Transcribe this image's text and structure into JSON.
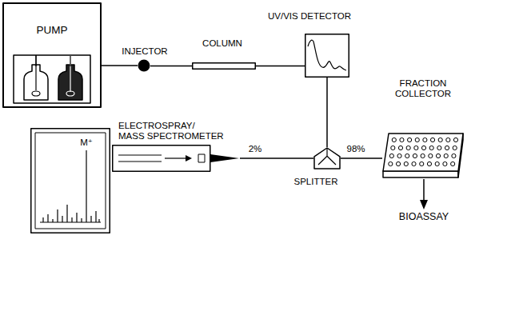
{
  "diagram": {
    "nodes": [
      {
        "text": [
          "PUMP"
        ]
      },
      {
        "text": [
          "INJECTOR"
        ]
      },
      {
        "text": [
          "COLUMN"
        ]
      },
      {
        "text": [
          "UV/VIS DETECTOR"
        ]
      },
      {
        "text": [
          "SPLITTER"
        ]
      },
      {
        "text": [
          "M⁺"
        ]
      },
      {
        "text": [
          "ELECTROSPRAY/ MASS SPECTROMETER"
        ]
      },
      {
        "text": [
          "FRACTION COLLECTOR"
        ]
      },
      {
        "text": [
          "BIOASSAY"
        ]
      }
    ],
    "edges": [
      {
        "from": 0,
        "to": 1,
        "arrow": "none"
      },
      {
        "from": 1,
        "to": 2,
        "arrow": "none"
      },
      {
        "from": 2,
        "to": 3,
        "arrow": "none"
      },
      {
        "from": 3,
        "to": 4,
        "arrow": "none"
      },
      {
        "from": 4,
        "to": 6,
        "label": "2%",
        "arrow": "none"
      },
      {
        "from": 4,
        "to": 7,
        "label": "98%",
        "arrow": "none"
      },
      {
        "from": 7,
        "to": 8,
        "arrow": "to"
      }
    ]
  }
}
